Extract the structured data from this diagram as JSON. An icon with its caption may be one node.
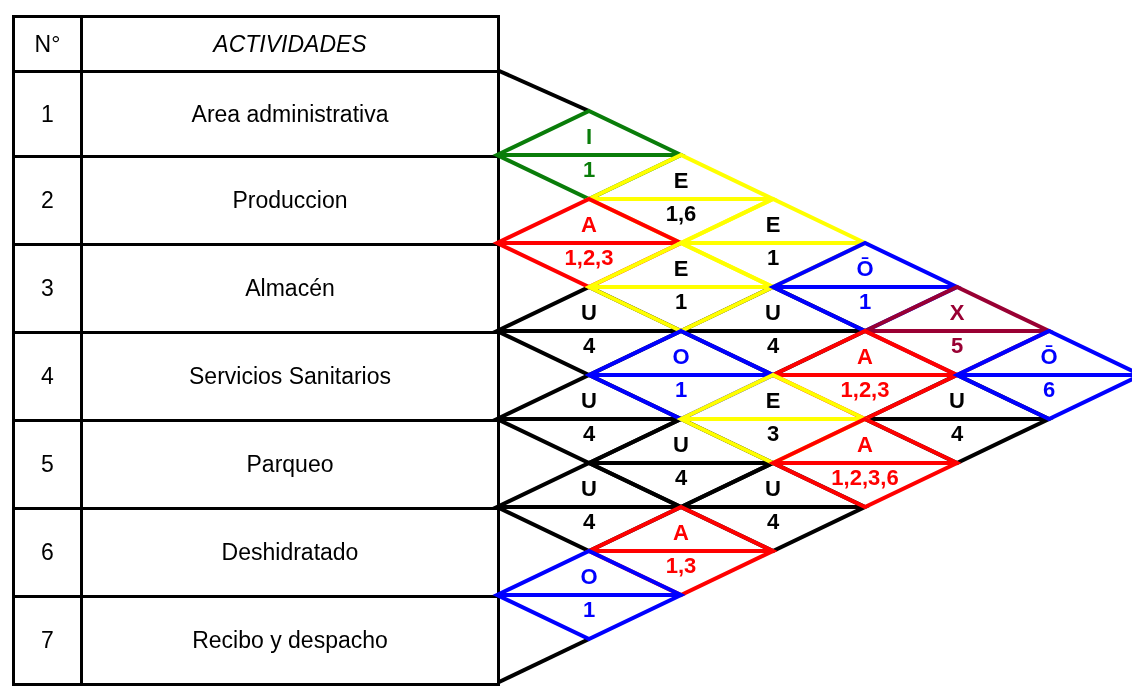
{
  "diagram": {
    "nodes": [
      {
        "text": [
          "I",
          "1"
        ]
      },
      {
        "text": [
          "E",
          "1,6"
        ]
      },
      {
        "text": [
          "A",
          "1,2,3"
        ]
      },
      {
        "text": [
          "E",
          "1"
        ]
      },
      {
        "text": [
          "E",
          "1"
        ]
      },
      {
        "text": [
          "Ō",
          "1"
        ]
      },
      {
        "text": [
          "U",
          "4"
        ]
      },
      {
        "text": [
          "U",
          "4"
        ]
      },
      {
        "text": [
          "X",
          "5"
        ]
      },
      {
        "text": [
          "O",
          "1"
        ]
      },
      {
        "text": [
          "A",
          "1,2,3"
        ]
      },
      {
        "text": [
          "Ō",
          "6"
        ]
      },
      {
        "text": [
          "U",
          "4"
        ]
      },
      {
        "text": [
          "E",
          "3"
        ]
      },
      {
        "text": [
          "U",
          "4"
        ]
      },
      {
        "text": [
          "U",
          "4"
        ]
      },
      {
        "text": [
          "A",
          "1,2,3,6"
        ]
      },
      {
        "text": [
          "U",
          "4"
        ]
      },
      {
        "text": [
          "U",
          "4"
        ]
      },
      {
        "text": [
          "A",
          "1,3"
        ]
      },
      {
        "text": [
          "O",
          "1"
        ]
      }
    ],
    "labels": [
      "N°",
      "ACTIVIDADES",
      "1",
      "Area administrativa",
      "2",
      "Produccion",
      "3",
      "Almacén",
      "4",
      "Servicios Sanitarios",
      "5",
      "Parqueo",
      "6",
      "Deshidratado",
      "7",
      "Recibo y despacho"
    ]
  }
}
